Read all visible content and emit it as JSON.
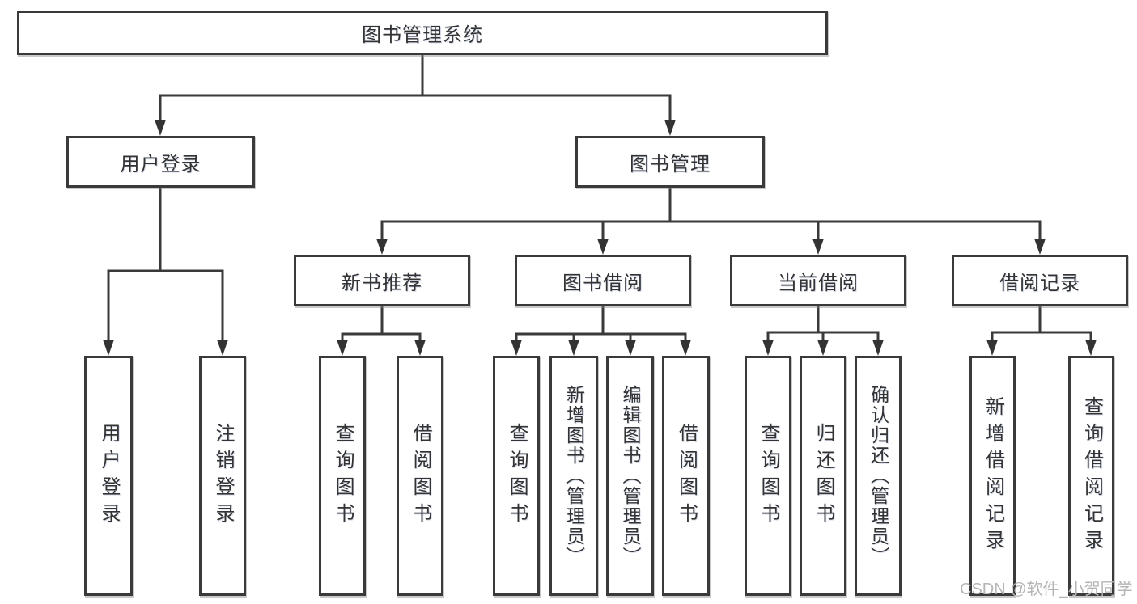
{
  "diagram": {
    "type": "tree",
    "title": "图书管理系统"
  },
  "nodes": {
    "root": {
      "label": "图书管理系统"
    },
    "level2": [
      {
        "label": "用户登录",
        "parent": "图书管理系统"
      },
      {
        "label": "图书管理",
        "parent": "图书管理系统"
      }
    ],
    "level3": [
      {
        "label": "新书推荐",
        "parent": "图书管理"
      },
      {
        "label": "图书借阅",
        "parent": "图书管理"
      },
      {
        "label": "当前借阅",
        "parent": "图书管理"
      },
      {
        "label": "借阅记录",
        "parent": "图书管理"
      }
    ],
    "leaves": [
      {
        "label": "用户登录",
        "parent": "用户登录"
      },
      {
        "label": "注销登录",
        "parent": "用户登录"
      },
      {
        "label": "查询图书",
        "parent": "新书推荐"
      },
      {
        "label": "借阅图书",
        "parent": "新书推荐"
      },
      {
        "label": "查询图书",
        "parent": "图书借阅"
      },
      {
        "label": "新增图书（管理员）",
        "parent": "图书借阅"
      },
      {
        "label": "编辑图书（管理员）",
        "parent": "图书借阅"
      },
      {
        "label": "借阅图书",
        "parent": "图书借阅"
      },
      {
        "label": "查询图书",
        "parent": "当前借阅"
      },
      {
        "label": "归还图书",
        "parent": "当前借阅"
      },
      {
        "label": "确认归还（管理员）",
        "parent": "当前借阅"
      },
      {
        "label": "新增借阅记录",
        "parent": "借阅记录"
      },
      {
        "label": "查询借阅记录",
        "parent": "借阅记录"
      }
    ]
  },
  "watermark": {
    "text": "CSDN @软件_小贺同学"
  },
  "colors": {
    "line": "#3a3a3a",
    "border": "#3a3a3a",
    "text": "#333333",
    "box_fill": "#ffffff",
    "watermark": "#b5b5b5",
    "background": "#ffffff"
  }
}
